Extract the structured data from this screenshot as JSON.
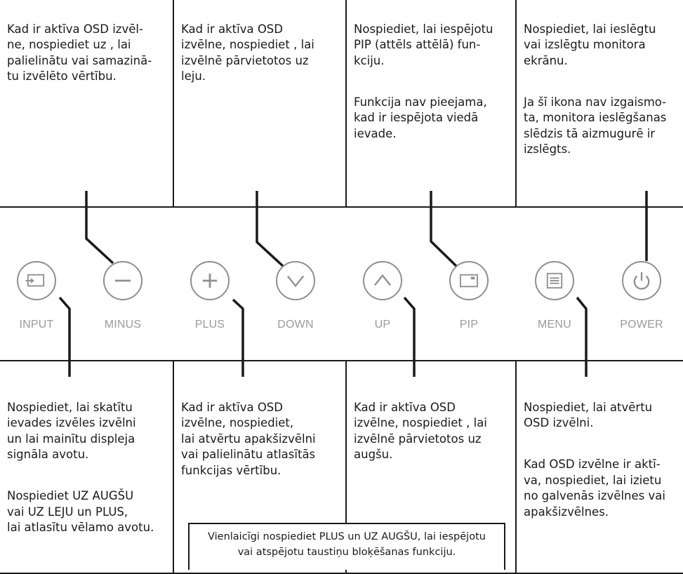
{
  "top_callouts": [
    {
      "paragraphs": [
        "Kad ir aktīva OSD izvēl-\nne, nospiediet uz , lai\npalielinātu vai samazinā-\ntu izvēlēto vērtību."
      ]
    },
    {
      "paragraphs": [
        "Kad ir aktīva OSD\nizvēlne, nospiediet , lai\nizvēlnē pārvietotos uz\nleju."
      ]
    },
    {
      "paragraphs": [
        "Nospiediet, lai iespējotu\nPIP (attēls attēlā) fun-\nkciju.",
        "Funkcija nav pieejama,\nkad ir iespējota viedā\nievade."
      ]
    },
    {
      "paragraphs": [
        "Nospiediet, lai ieslēgtu\nvai izslēgtu monitora\nekrānu.",
        "Ja šī ikona nav izgaismo-\nta, monitora ieslēgšanas\nslēdzis tā aizmugurē ir\nizslēgts."
      ]
    }
  ],
  "buttons": [
    {
      "label": "INPUT",
      "icon": "input-icon"
    },
    {
      "label": "MINUS",
      "icon": "minus-icon"
    },
    {
      "label": "PLUS",
      "icon": "plus-icon"
    },
    {
      "label": "DOWN",
      "icon": "chevron-down-icon"
    },
    {
      "label": "UP",
      "icon": "chevron-up-icon"
    },
    {
      "label": "PIP",
      "icon": "pip-icon"
    },
    {
      "label": "MENU",
      "icon": "menu-icon"
    },
    {
      "label": "POWER",
      "icon": "power-icon"
    }
  ],
  "bottom_callouts": [
    {
      "paragraphs": [
        "Nospiediet, lai skatītu\nievades izvēles izvēlni\nun lai mainītu displeja\nsignāla avotu.",
        "Nospiediet UZ AUGŠU\nvai UZ LEJU un PLUS,\nlai atlasītu vēlamo avotu."
      ]
    },
    {
      "paragraphs": [
        "Kad ir aktīva OSD\nizvēlne, nospiediet,\nlai atvērtu apakšizvēlni\nvai palielinātu atlasītās\nfunkcijas vērtību."
      ]
    },
    {
      "paragraphs": [
        "Kad ir aktīva OSD\nizvēlne, nospiediet , lai\nizvēlnē pārvietotos uz\naugšu."
      ]
    },
    {
      "paragraphs": [
        "Nospiediet, lai atvērtu\nOSD izvēlni.",
        "Kad OSD izvēlne ir aktī-\nva, nospiediet, lai izietu\nno galvenās izvēlnes vai\napakšizvēlnes."
      ]
    }
  ],
  "lock_note": "Vienlaicīgi nospiediet PLUS un UZ AUGŠU, lai iespējotu\nvai atspējotu taustiņu bloķēšanas funkciju.",
  "colors": {
    "line": "#1a1a1a",
    "button_gray": "#8f8f8f",
    "label_gray": "#9a9a9a"
  }
}
